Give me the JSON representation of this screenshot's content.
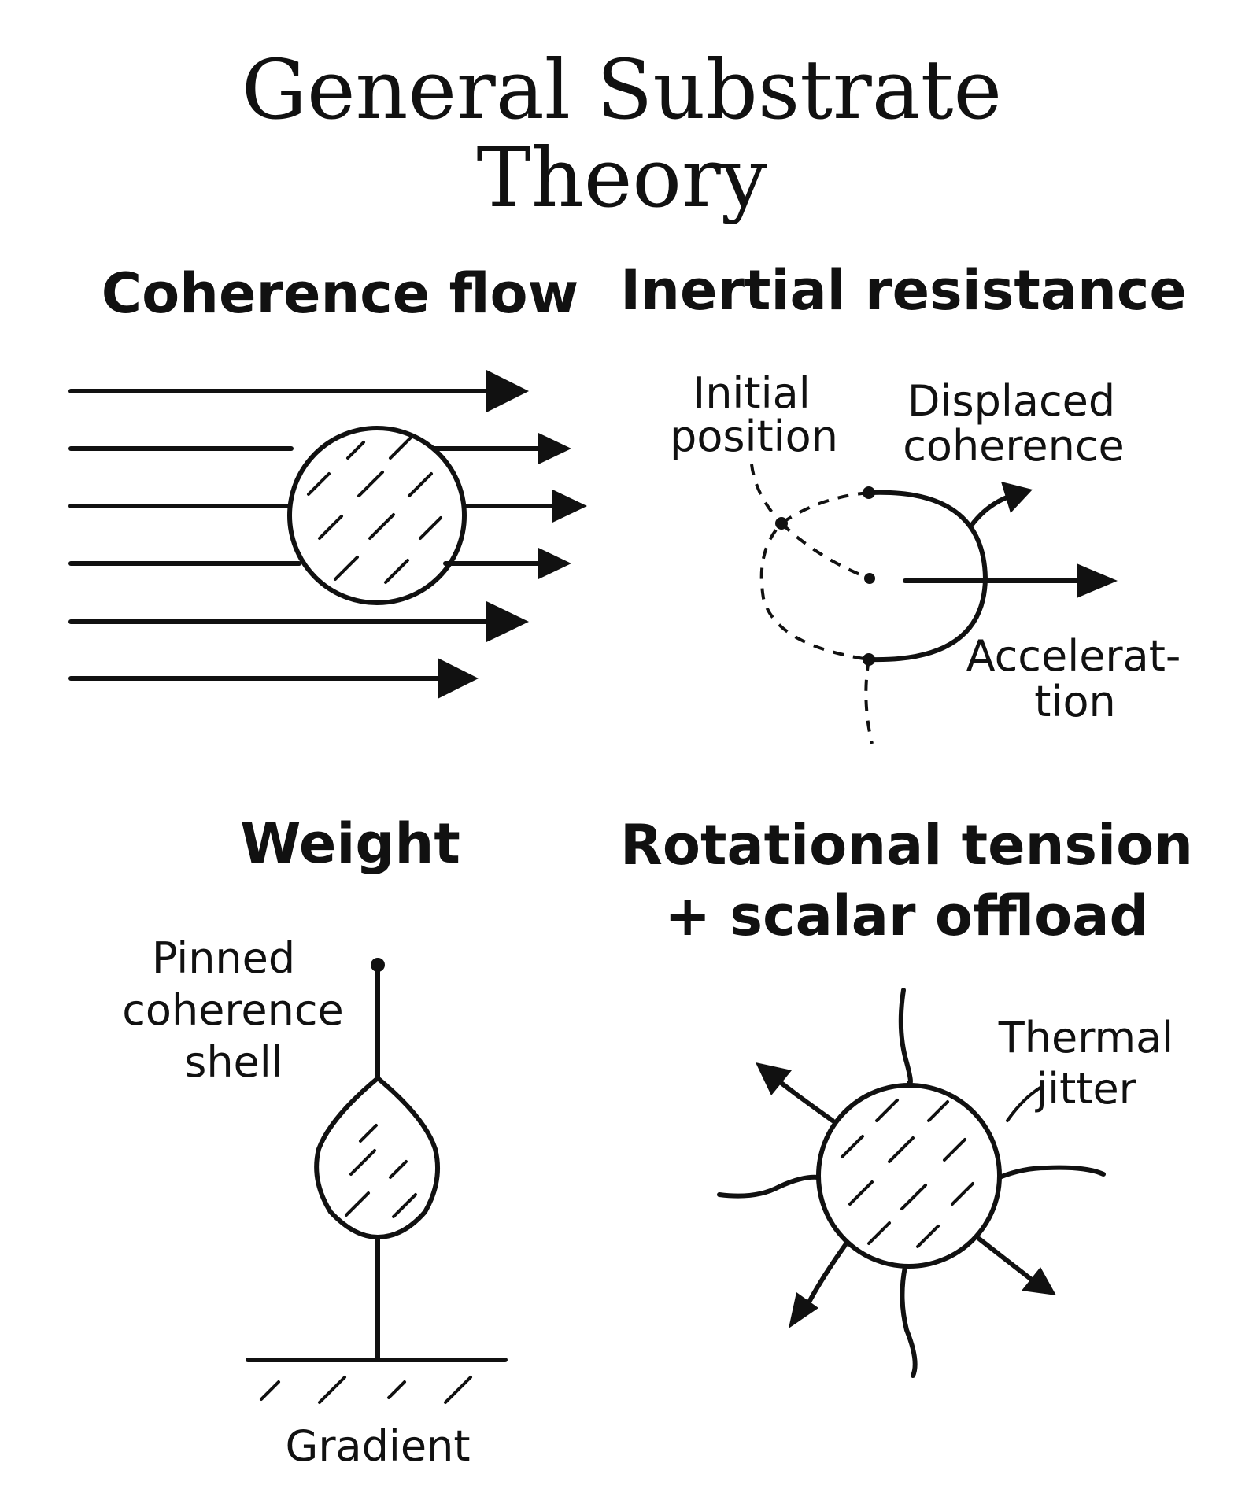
{
  "title": {
    "line1": "General Substrate",
    "line2": "Theory"
  },
  "panels": {
    "coherence_flow": {
      "heading": "Coherence flow"
    },
    "inertial_resistance": {
      "heading": "Inertial resistance",
      "label_initial_line1": "Initial",
      "label_initial_line2": "position",
      "label_displaced_line1": "Displaced",
      "label_displaced_line2": "coherence",
      "label_accel_line1": "Accelerat-",
      "label_accel_line2": "tion"
    },
    "weight": {
      "heading": "Weight",
      "label_pinned_line1": "Pinned",
      "label_pinned_line2": "coherence",
      "label_pinned_line3": "shell",
      "label_gradient": "Gradient"
    },
    "rotational_tension": {
      "heading_line1": "Rotational tension",
      "heading_line2": "+ scalar offload",
      "label_thermal_line1": "Thermal",
      "label_thermal_line2": "jitter"
    }
  }
}
